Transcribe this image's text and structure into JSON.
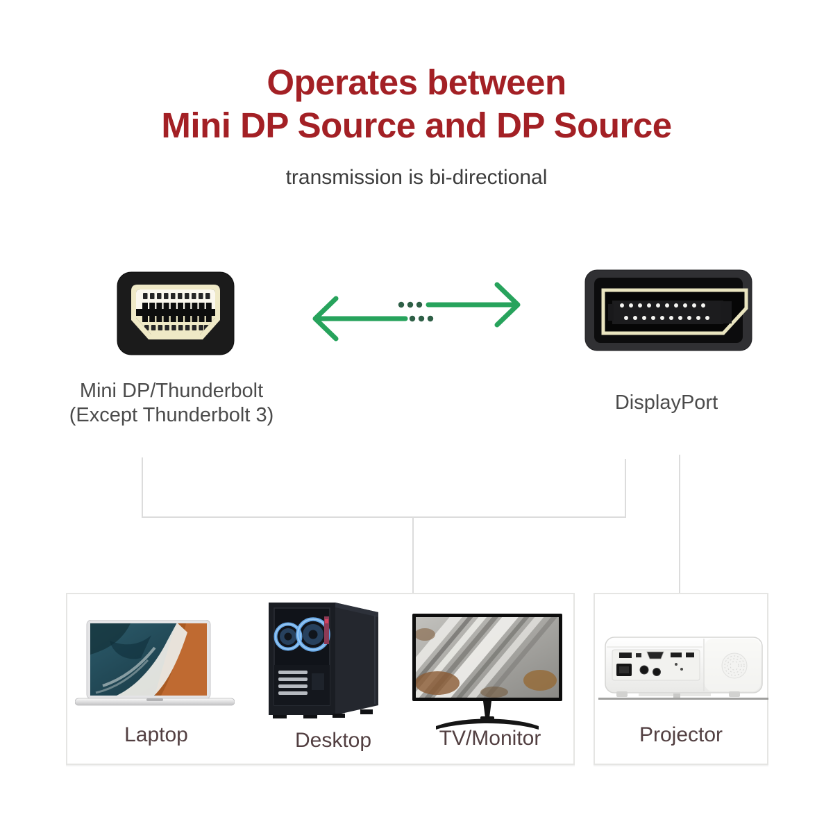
{
  "header": {
    "title_line1": "Operates between",
    "title_line2": "Mini DP Source and DP Source",
    "subtitle": "transmission is bi-directional"
  },
  "connectors": {
    "mini_dp": {
      "label_line1": "Mini DP/Thunderbolt",
      "label_line2": "(Except Thunderbolt 3)"
    },
    "displayport": {
      "label": "DisplayPort"
    }
  },
  "devices": [
    {
      "label": "Laptop"
    },
    {
      "label": "Desktop"
    },
    {
      "label": "TV/Monitor"
    },
    {
      "label": "Projector"
    }
  ],
  "colors": {
    "title_red": "#a32025",
    "body_text_gray": "#4b4b4b",
    "device_label_gray": "#523f41",
    "arrow_green": "#27a35c",
    "arrow_dot_green": "#2e5f46",
    "connector_cream": "#efe9c6",
    "connector_gold": "#eae5c0",
    "tree_line_gray": "#dcdcdc"
  }
}
